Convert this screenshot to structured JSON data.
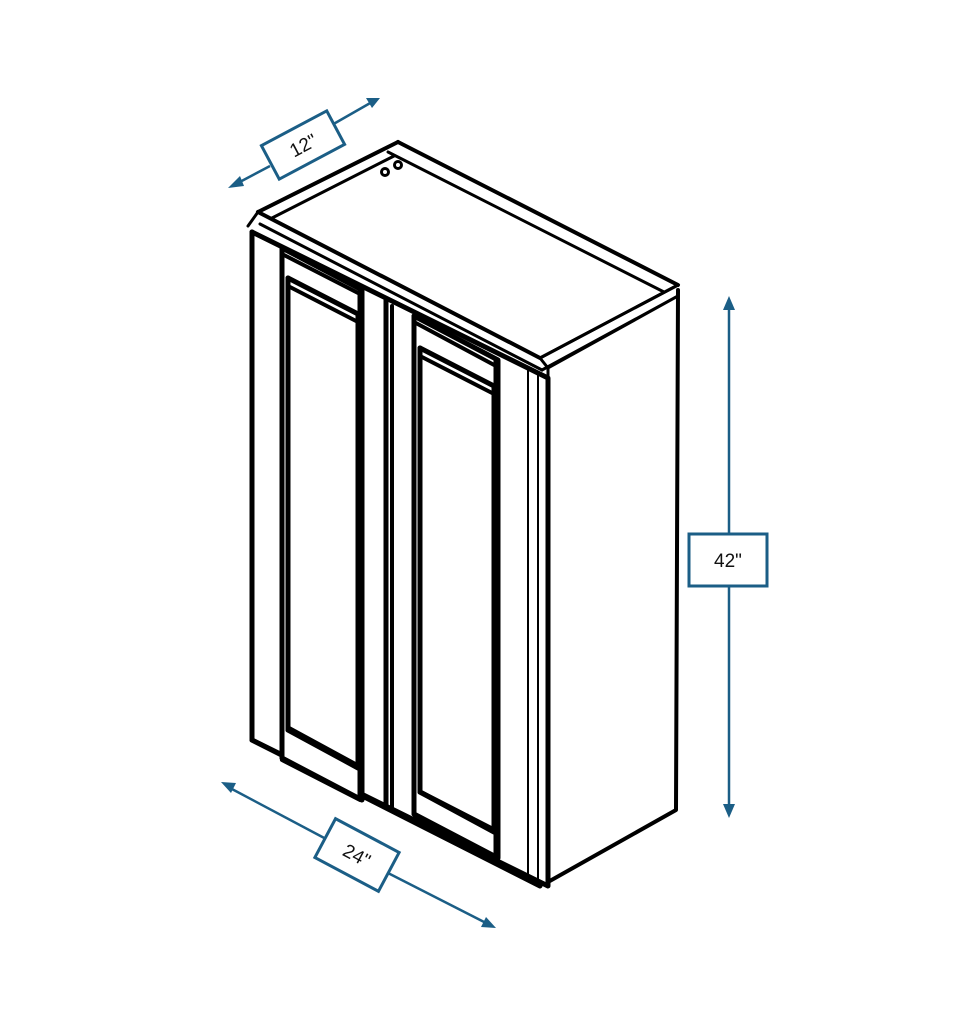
{
  "diagram": {
    "subject": "Double-door wall cabinet",
    "line_color": "#000000",
    "dimension_color": "#1b5e86",
    "background": "#ffffff",
    "dimensions": {
      "depth": {
        "label": "12\"",
        "value": 12,
        "unit": "in"
      },
      "height": {
        "label": "42\"",
        "value": 42,
        "unit": "in"
      },
      "width": {
        "label": "24\"",
        "value": 24,
        "unit": "in"
      }
    },
    "parts": {
      "doors": 2,
      "hinge_holes": 2
    }
  }
}
